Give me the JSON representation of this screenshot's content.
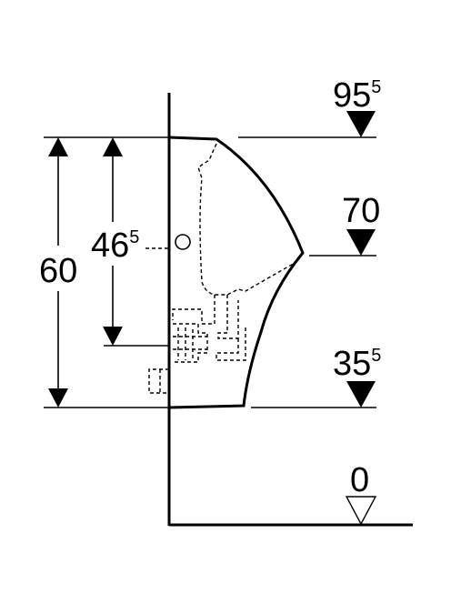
{
  "dimensions": {
    "height_95": {
      "main": "95",
      "sup": "5"
    },
    "height_70": {
      "main": "70"
    },
    "height_35": {
      "main": "35",
      "sup": "5"
    },
    "height_0": {
      "main": "0"
    },
    "overall_60": {
      "main": "60"
    },
    "outlet_46": {
      "main": "46",
      "sup": "5"
    }
  },
  "colors": {
    "line": "#000000",
    "background": "#ffffff"
  }
}
